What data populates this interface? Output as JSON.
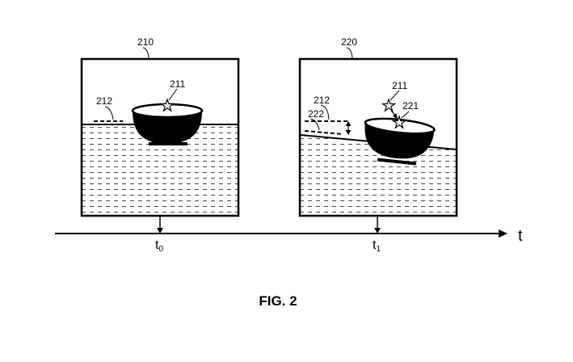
{
  "panels": {
    "left": {
      "label": "210",
      "bowl_label": "211",
      "level_label": "212",
      "time_base": "t",
      "time_sub": "0"
    },
    "right": {
      "label": "220",
      "star_label_a": "211",
      "star_label_b": "221",
      "level_label": "212",
      "tilt_label": "222",
      "time_base": "t",
      "time_sub": "1"
    }
  },
  "axis": {
    "label": "t"
  },
  "figure": {
    "caption": "FIG. 2"
  }
}
